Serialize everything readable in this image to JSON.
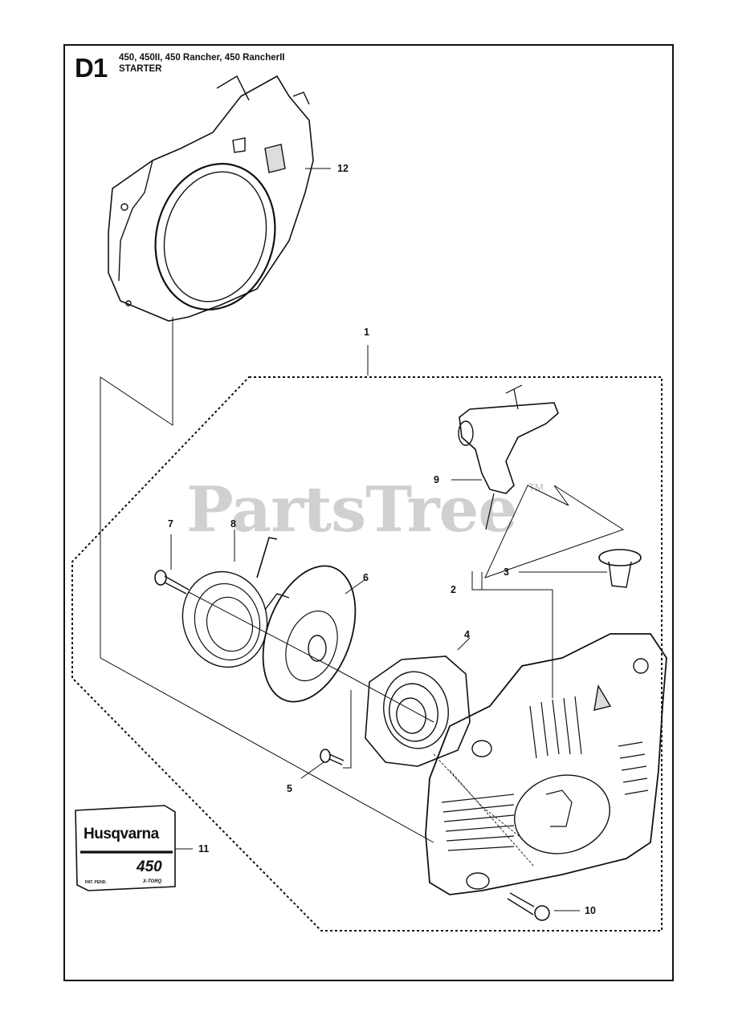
{
  "header": {
    "section_code": "D1",
    "models": "450, 450II, 450 Rancher, 450 RancherII",
    "title": "STARTER"
  },
  "watermark": {
    "text": "PartsTree",
    "trademark": "TM"
  },
  "decal": {
    "brand": "Husqvarna",
    "model": "450",
    "fine_left": "PAT. PEND.",
    "fine_right": "X-TORQ"
  },
  "callouts": [
    {
      "id": "12",
      "part": "starter-shroud"
    },
    {
      "id": "1",
      "part": "starter-assembly"
    },
    {
      "id": "9",
      "part": "starter-handle"
    },
    {
      "id": "7",
      "part": "screw"
    },
    {
      "id": "8",
      "part": "starter-rope"
    },
    {
      "id": "6",
      "part": "rope-pulley"
    },
    {
      "id": "3",
      "part": "rope-guide-bushing"
    },
    {
      "id": "2",
      "part": "starter-housing"
    },
    {
      "id": "4",
      "part": "recoil-spring-cassette"
    },
    {
      "id": "5",
      "part": "screw"
    },
    {
      "id": "11",
      "part": "decal"
    },
    {
      "id": "10",
      "part": "screw"
    }
  ]
}
